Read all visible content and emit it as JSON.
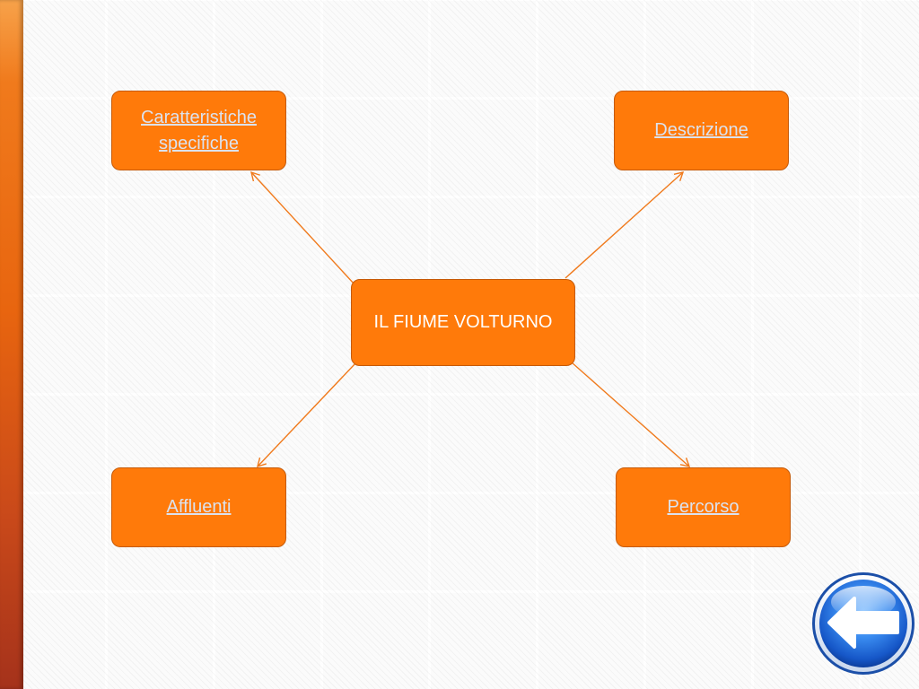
{
  "diagram": {
    "center": {
      "label": "IL FIUME VOLTURNO"
    },
    "nodes": {
      "top_left": {
        "label": "Caratteristiche specifiche"
      },
      "top_right": {
        "label": "Descrizione"
      },
      "bottom_left": {
        "label": "Affluenti"
      },
      "bottom_right": {
        "label": "Percorso"
      }
    }
  },
  "navigation": {
    "back_icon": "back-arrow-icon"
  },
  "colors": {
    "node_fill": "#ff7a0a",
    "node_border": "#c65a08",
    "connector": "#f07a1c",
    "link_text": "#dce2ee",
    "left_bar": "#e8650f",
    "back_button": "#1f6fe0"
  }
}
